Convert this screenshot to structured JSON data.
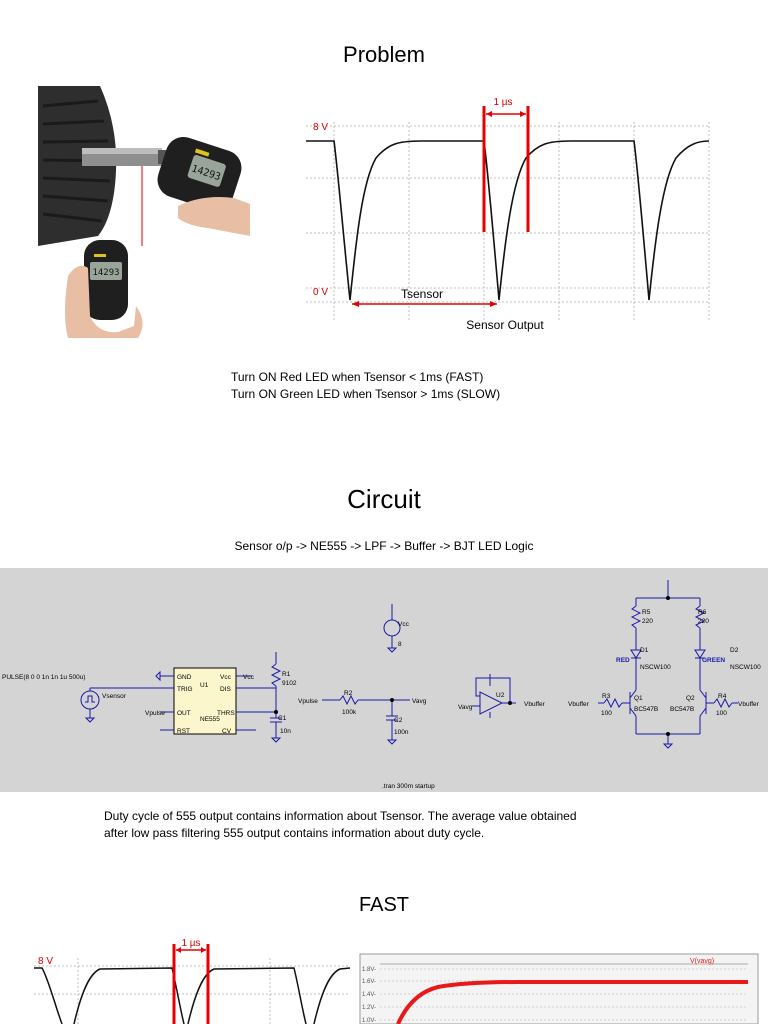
{
  "sections": {
    "problem_title": "Problem",
    "circuit_title": "Circuit",
    "fast_title": "FAST"
  },
  "problem": {
    "photo": {
      "meter1_reading": "14293",
      "meter2_reading": "14293"
    },
    "waveform": {
      "top_label": "8 V",
      "bottom_label": "0 V",
      "pulse_width_label": "1 µs",
      "period_label": "Tsensor",
      "caption": "Sensor Output"
    },
    "rules": [
      "Turn ON Red LED when Tsensor < 1ms (FAST)",
      "Turn ON Green LED when Tsensor > 1ms (SLOW)"
    ]
  },
  "circuit": {
    "chain": "Sensor o/p -> NE555 -> LPF -> Buffer -> BJT LED Logic",
    "schematic": {
      "source": "PULSE(8 0 0 1n 1n 1u 500u)",
      "vsensor": "Vsensor",
      "u1": "U1",
      "ne555": "NE555",
      "pins_left": [
        "GND",
        "TRIG",
        "OUT",
        "RST"
      ],
      "pins_right": [
        "Vcc",
        "DIS",
        "THRS",
        "CV"
      ],
      "vpulse": "Vpulse",
      "vcc": "Vcc",
      "r1": "R1",
      "r1_val": "9102",
      "c1": "C1",
      "c1_val": "10n",
      "r2": "R2",
      "r2_val": "100k",
      "c2": "C2",
      "c2_val": "100n",
      "vavg": "Vavg",
      "vsrc_name": "Vcc",
      "vsrc_val": "8",
      "u2": "U2",
      "vbuffer": "Vbuffer",
      "r5": "R5",
      "r5_val": "220",
      "r6": "R6",
      "r6_val": "220",
      "d1": "D1",
      "d2": "D2",
      "led_model": "NSCW100",
      "red": "RED",
      "green": "GREEN",
      "r3": "R3",
      "r3_val": "100",
      "r4": "R4",
      "r4_val": "100",
      "q1": "Q1",
      "q2": "Q2",
      "bjt_model": "BC547B",
      "tran": ".tran 300m startup"
    },
    "description": [
      "Duty cycle of 555 output contains information about Tsensor. The average value obtained",
      "after low pass filtering 555 output contains information about duty cycle."
    ]
  },
  "fast": {
    "waveform": {
      "top_label": "8 V",
      "pulse_width_label": "1 µs"
    },
    "plot": {
      "trace_label": "V(vavg)",
      "y_ticks": [
        "1.8V-",
        "1.6V-",
        "1.4V-",
        "1.2V-",
        "1.0V-"
      ]
    }
  },
  "colors": {
    "marker_red": "#e60000",
    "schematic_bg": "#d4d4d4",
    "trace_red": "#e81919",
    "label_blue": "#1a1aa6"
  }
}
